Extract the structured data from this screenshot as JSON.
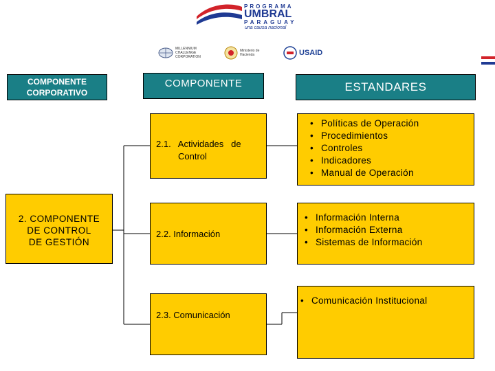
{
  "header": {
    "logo_line1": "PROGRAMA",
    "logo_line2": "UMBRAL",
    "logo_line3": "PARAGUAY",
    "logo_line4": "una causa nacional",
    "sponsors": [
      {
        "name": "MILLENNIUM CHALLENGE CORPORATION"
      },
      {
        "name": "Ministerio de Hacienda"
      },
      {
        "name": "USAID"
      }
    ]
  },
  "columns": {
    "corporativo": "COMPONENTE CORPORATIVO",
    "componente": "COMPONENTE",
    "estandares": "ESTANDARES"
  },
  "control": {
    "line1": "2. COMPONENTE",
    "line2": "DE CONTROL",
    "line3": "DE GESTIÓN"
  },
  "subcomponents": {
    "act_line1": "2.1.   Actividades   de",
    "act_line2": "Control",
    "info": "2.2. Información",
    "com": "2.3. Comunicación"
  },
  "standards": {
    "group1": [
      "Políticas de Operación",
      "Procedimientos",
      "Controles",
      "Indicadores",
      "Manual de Operación"
    ],
    "group2": [
      "Información Interna",
      "Información Externa",
      "Sistemas de Información"
    ],
    "group3": [
      "Comunicación Institucional"
    ]
  },
  "colors": {
    "teal": "#1a7f86",
    "yellow": "#ffcc00",
    "brand_blue": "#1f3a93",
    "brand_red": "#d2232a"
  }
}
